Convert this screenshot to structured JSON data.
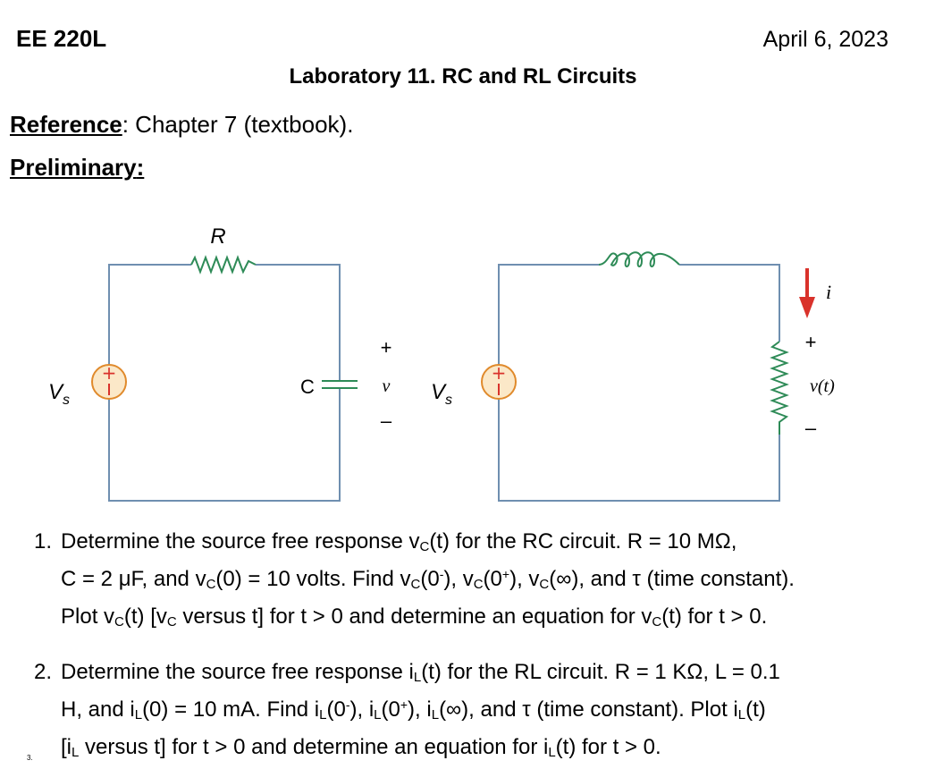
{
  "header": {
    "course": "EE 220L",
    "date": "April 6, 2023",
    "title": "Laboratory 11. RC and RL Circuits"
  },
  "reference": {
    "label": "Reference",
    "text": ": Chapter 7 (textbook)."
  },
  "preliminary": {
    "label": "Preliminary",
    "colon": ":"
  },
  "rc_circuit": {
    "source_label": "V",
    "source_sub": "s",
    "resistor_label": "R",
    "capacitor_label": "C",
    "plus": "+",
    "voltage_label": "v",
    "minus": "–"
  },
  "rl_circuit": {
    "source_label": "V",
    "source_sub": "s",
    "current_label": "i",
    "plus": "+",
    "voltage_label": "v(t)",
    "minus": "–"
  },
  "colors": {
    "wire": "#6f8fb0",
    "source_fill": "#fbe8c8",
    "source_stroke": "#e08a2c",
    "arrow": "#d9322b"
  },
  "problems": [
    {
      "num": "1.",
      "p1": "Determine the source free response v",
      "sub1": "C",
      "p2": "(t) for the RC circuit. R = 10 MΩ,",
      "p3": "C = 2 μF, and v",
      "sub2": "C",
      "p4": "(0) = 10 volts. Find v",
      "sub3": "C",
      "p5": "(0",
      "sup1": "-",
      "p6": "), v",
      "sub4": "C",
      "p7": "(0",
      "sup2": "+",
      "p8": "), v",
      "sub5": "C",
      "p9": "(∞), and τ (time constant).",
      "p10": "Plot v",
      "sub6": "C",
      "p11": "(t) [v",
      "sub7": "C",
      "p12": " versus t] for t > 0 and determine an equation for v",
      "sub8": "C",
      "p13": "(t) for t > 0."
    },
    {
      "num": "2.",
      "p1": "Determine the source free response i",
      "sub1": "L",
      "p2": "(t) for the RL circuit. R = 1 KΩ, L = 0.1",
      "p3": "H, and i",
      "sub2": "L",
      "p4": "(0) = 10 mA. Find i",
      "sub3": "L",
      "p5": "(0",
      "sup1": "-",
      "p6": "), i",
      "sub4": "L",
      "p7": "(0",
      "sup2": "+",
      "p8": "), i",
      "sub5": "L",
      "p9": "(∞), and τ (time constant). Plot i",
      "sub6": "L",
      "p10": "(t)",
      "p11": "[i",
      "sub7": "L",
      "p12": " versus t] for t > 0 and determine an equation for i",
      "sub8": "L",
      "p13": "(t) for t > 0."
    }
  ],
  "footer": {
    "num": "3."
  }
}
